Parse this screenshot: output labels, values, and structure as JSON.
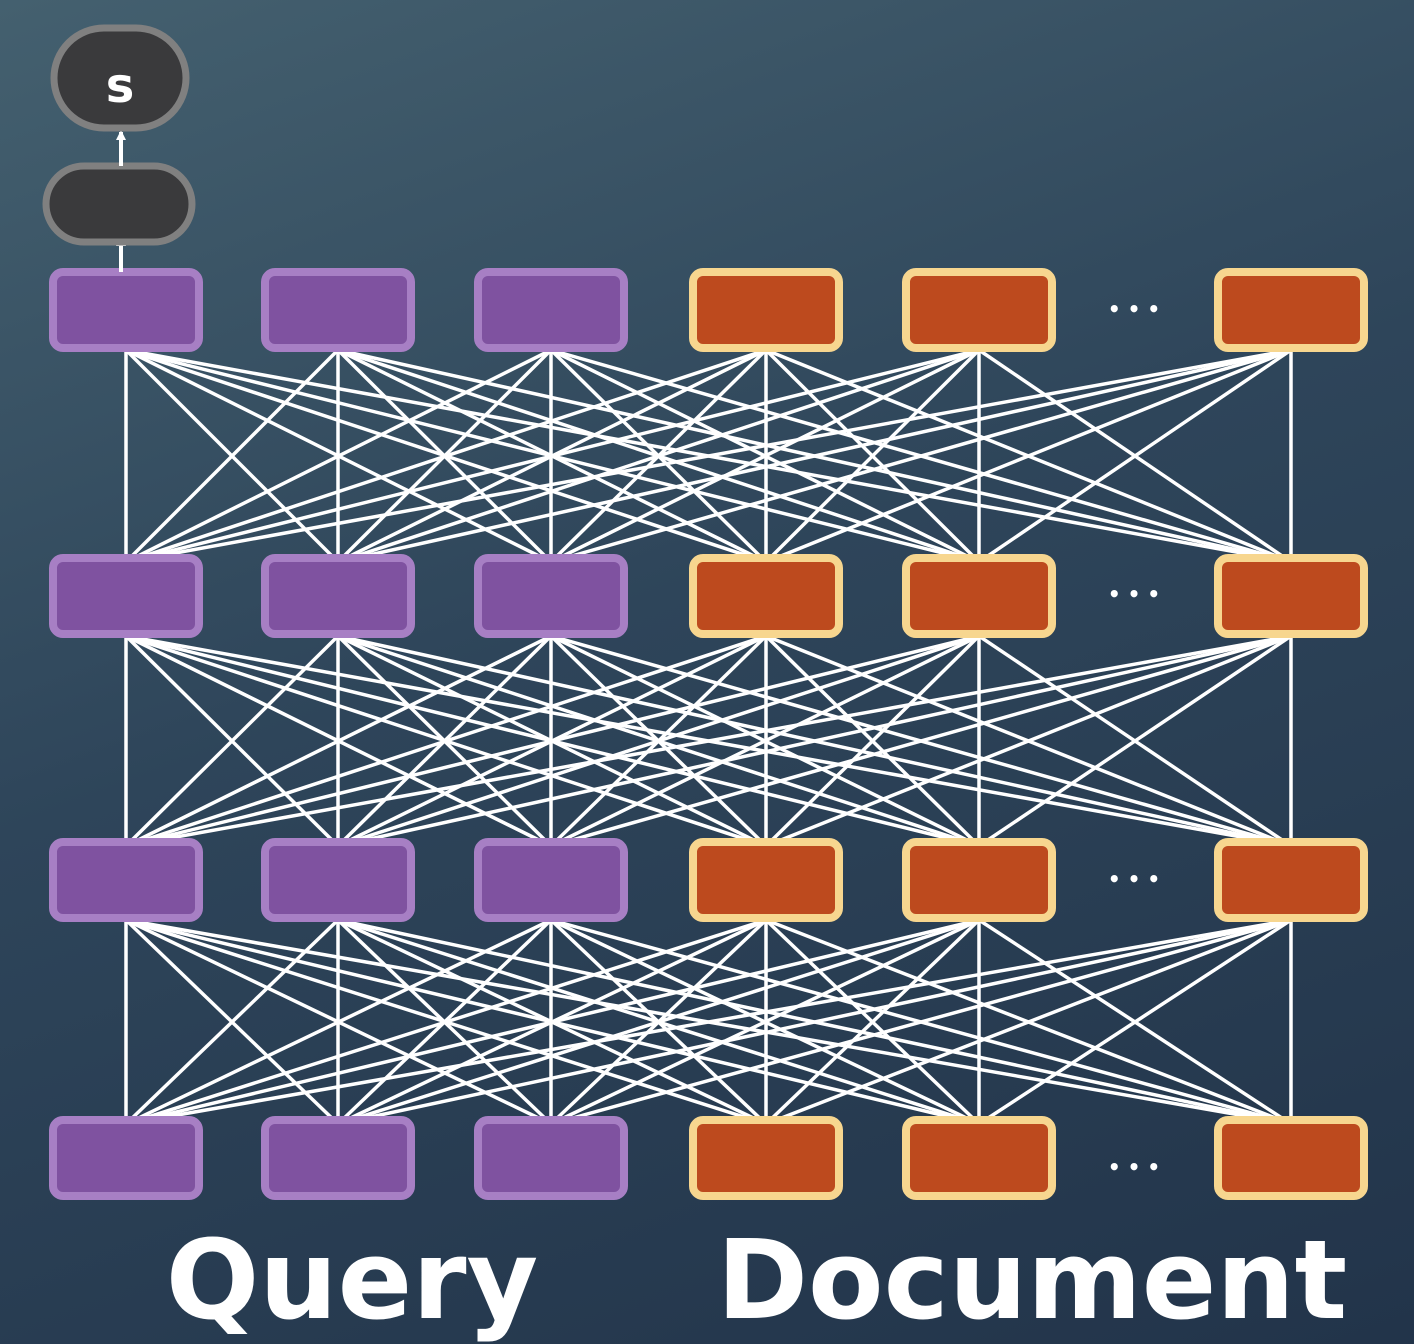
{
  "score_label": "s",
  "ellipsis": "• • •",
  "labels": {
    "query": "Query",
    "document": "Document"
  },
  "colors": {
    "query_fill": "#7f52a0",
    "query_border": "#a77fc4",
    "doc_fill": "#bd4a1e",
    "doc_border": "#f7d68f",
    "pool_fill": "#3a3a3c",
    "pool_border": "#808080",
    "edge": "#ffffff"
  },
  "network": {
    "layers": 4,
    "query_tokens": 3,
    "doc_tokens": 3
  }
}
